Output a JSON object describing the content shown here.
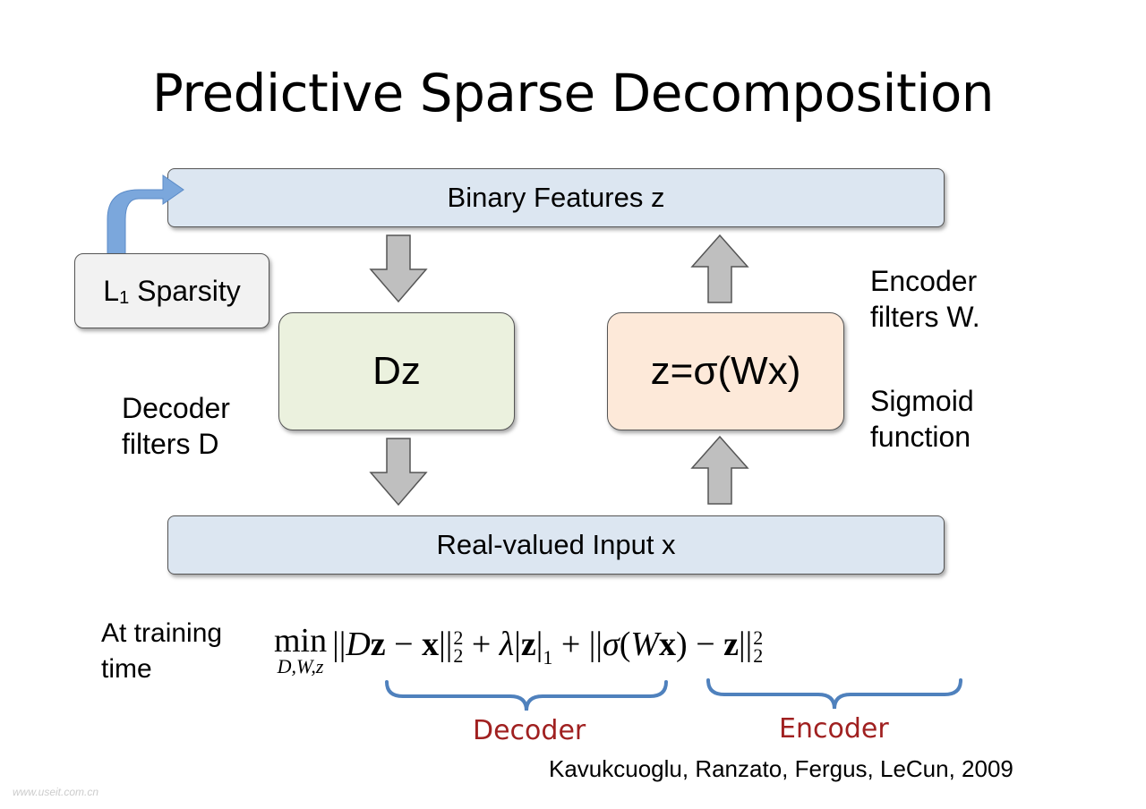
{
  "title": "Predictive Sparse Decomposition",
  "top_bar": "Binary Features z",
  "bottom_bar": "Real-valued Input x",
  "sparsity": {
    "label": "L",
    "sub": "1",
    "rest": " Sparsity"
  },
  "decoder_box": "Dz",
  "encoder_box": "z=σ(Wx)",
  "decoder_label": [
    "Decoder",
    "filters D"
  ],
  "encoder_label": [
    "Encoder",
    "filters W."
  ],
  "sigmoid_label": [
    "Sigmoid",
    "function"
  ],
  "training_label": [
    "At training",
    "time"
  ],
  "formula": {
    "min": "min",
    "under": "D,W,z"
  },
  "brace_decoder": "Decoder",
  "brace_encoder": "Encoder",
  "citation": "Kavukcuoglu, Ranzato, Fergus, LeCun, 2009",
  "watermark": "www.useit.com.cn",
  "colors": {
    "bar": "#dce6f1",
    "decoder": "#ebf1de",
    "encoder": "#fde9d9",
    "brace": "#4f81bd",
    "brace_text": "#a02020",
    "arrow": "#bfbfbf"
  }
}
